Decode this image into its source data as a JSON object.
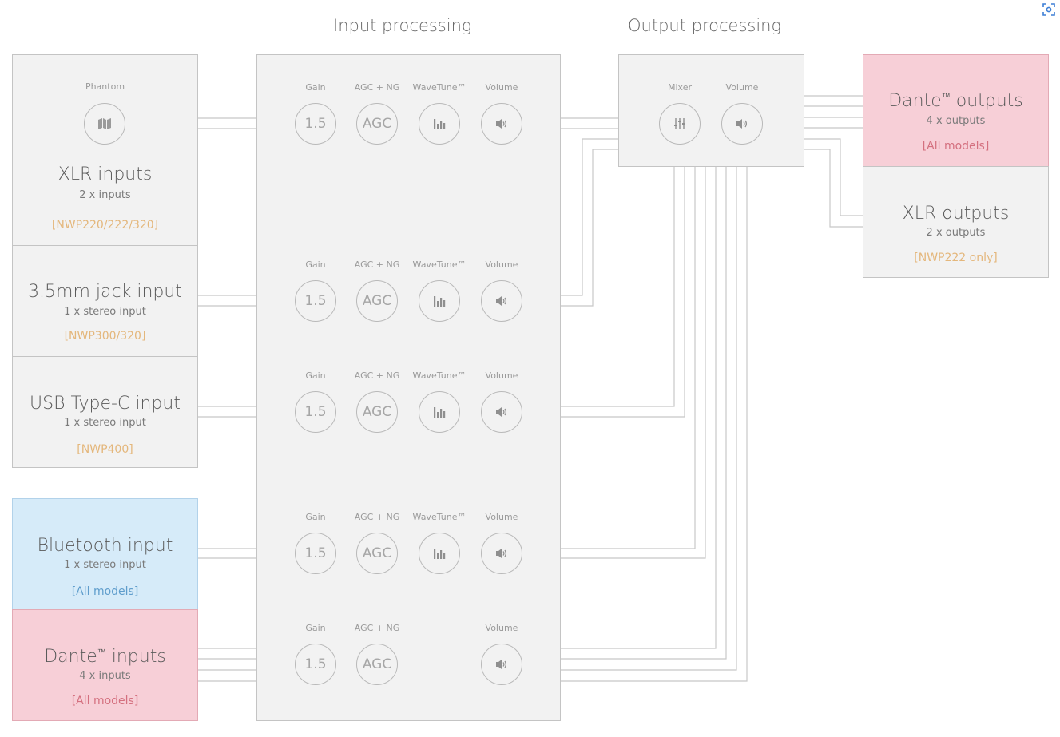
{
  "headers": {
    "input_processing": "Input processing",
    "output_processing": "Output processing"
  },
  "inputs": {
    "xlr": {
      "phantom_label": "Phantom",
      "title": "XLR inputs",
      "count": "2 x inputs",
      "models": "[NWP220/222/320]"
    },
    "jack": {
      "title": "3.5mm jack input",
      "count": "1 x stereo input",
      "models": "[NWP300/320]"
    },
    "usb": {
      "title": "USB Type-C input",
      "count": "1 x stereo input",
      "models": "[NWP400]"
    },
    "bluetooth": {
      "title": "Bluetooth input",
      "count": "1 x stereo input",
      "models": "[All models]"
    },
    "dante": {
      "title": "Dante",
      "tm": "™",
      "title_suffix": " inputs",
      "count": "4 x inputs",
      "models": "[All models]"
    }
  },
  "channel_labels": {
    "gain": "Gain",
    "agc": "AGC + NG",
    "wavetune": "WaveTune™",
    "volume": "Volume"
  },
  "knob_values": {
    "gain": "1.5",
    "agc": "AGC"
  },
  "output_processing": {
    "mixer_label": "Mixer",
    "volume_label": "Volume"
  },
  "outputs": {
    "dante": {
      "title": "Dante",
      "tm": "™",
      "title_suffix": " outputs",
      "count": "4 x outputs",
      "models": "[All models]"
    },
    "xlr": {
      "title": "XLR outputs",
      "count": "2 x outputs",
      "models": "[NWP222 only]"
    }
  },
  "icons": {
    "phantom": "phantom-power-icon",
    "eq": "equalizer-bars-icon",
    "volume": "speaker-icon",
    "mixer": "mixer-sliders-icon",
    "corner": "screen-capture-icon"
  },
  "colors": {
    "box_bg": "#f2f2f2",
    "border": "#c4c4c4",
    "wire": "#c8c8c8",
    "blue_box": "#d6ebf9",
    "pink_box": "#f7cfd7",
    "model_orange": "#e4b77c",
    "model_blue": "#5f9dcc",
    "model_red": "#d4707f"
  }
}
